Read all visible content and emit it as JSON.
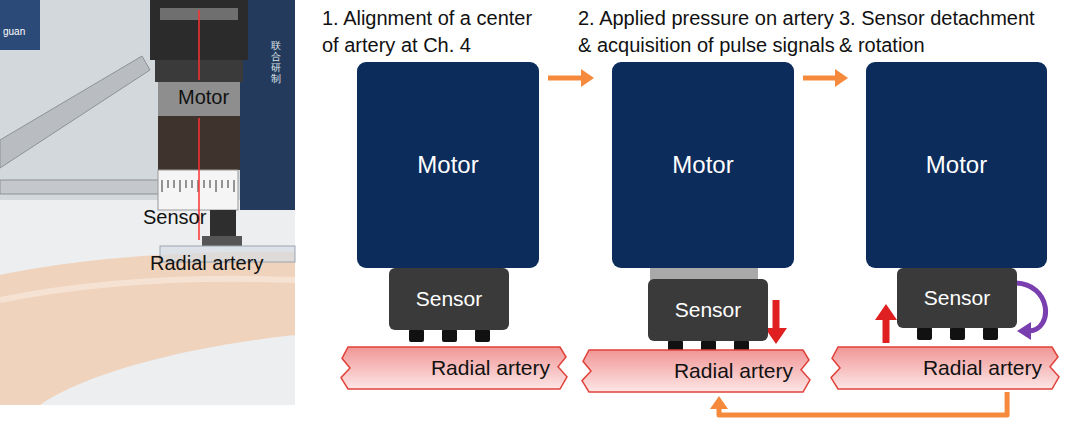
{
  "diagram": {
    "nodes": [
      {
        "text": [
          "Motor"
        ]
      },
      {
        "text": [
          "Sensor"
        ]
      },
      {
        "text": [
          "Radial artery"
        ]
      },
      {
        "text": [
          "Motor"
        ]
      },
      {
        "text": [
          "Sensor"
        ]
      },
      {
        "text": [
          "Radial artery"
        ]
      },
      {
        "text": [
          "Motor"
        ]
      },
      {
        "text": [
          "Sensor"
        ]
      },
      {
        "text": [
          "Radial artery"
        ]
      }
    ],
    "edges": [
      {
        "from": 0,
        "to": 3,
        "arrow": "to"
      },
      {
        "from": 3,
        "to": 6,
        "arrow": "to"
      },
      {
        "from": 8,
        "to": 5,
        "arrow": "to"
      }
    ],
    "labels": [
      "guan",
      "联合研制",
      "Motor",
      "Sensor",
      "Radial artery",
      "1. Alignment of a center of artery at Ch. 4",
      "2. Applied pressure on artery & acquisition of pulse signals",
      "3. Sensor detachment & rotation"
    ]
  }
}
